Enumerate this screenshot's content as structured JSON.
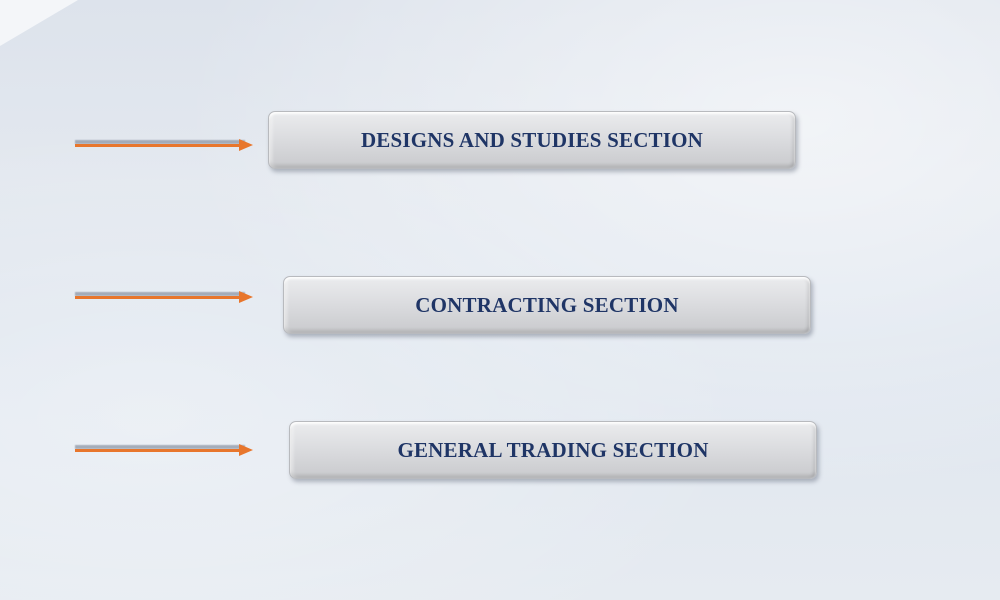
{
  "sections": [
    {
      "label": "DESIGNS AND STUDIES SECTION"
    },
    {
      "label": "CONTRACTING SECTION"
    },
    {
      "label": "GENERAL TRADING SECTION"
    }
  ],
  "colors": {
    "arrow": "#e8762c",
    "label_text": "#1f3566",
    "box_face": "#dcdde0",
    "background": "#e1e7ee"
  },
  "icons": {
    "pointer": "right-arrow-icon"
  }
}
